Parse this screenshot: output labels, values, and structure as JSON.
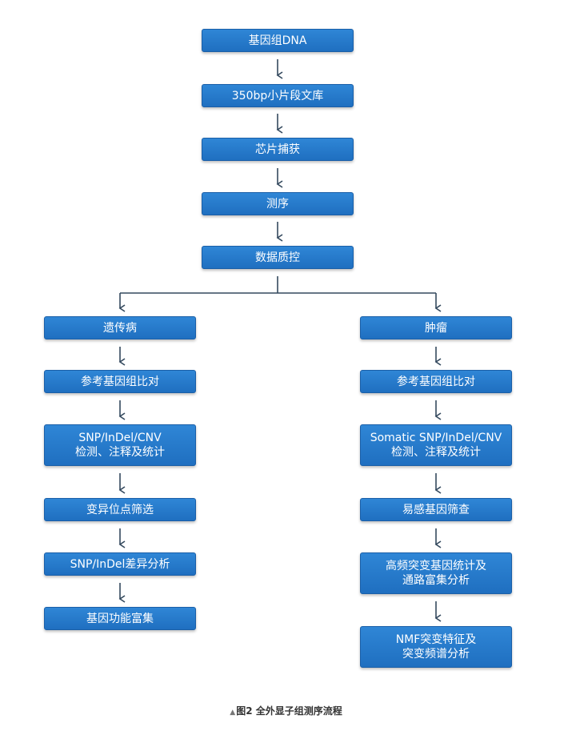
{
  "main_flow": [
    {
      "id": "n1",
      "label": "基因组DNA"
    },
    {
      "id": "n2",
      "label": "350bp小片段文库"
    },
    {
      "id": "n3",
      "label": "芯片捕获"
    },
    {
      "id": "n4",
      "label": "测序"
    },
    {
      "id": "n5",
      "label": "数据质控"
    }
  ],
  "left_branch": [
    {
      "id": "l1",
      "label": "遗传病"
    },
    {
      "id": "l2",
      "label": "参考基因组比对"
    },
    {
      "id": "l3",
      "label": "SNP/InDel/CNV\n检测、注释及统计"
    },
    {
      "id": "l4",
      "label": "变异位点筛选"
    },
    {
      "id": "l5",
      "label": "SNP/InDel差异分析"
    },
    {
      "id": "l6",
      "label": "基因功能富集"
    }
  ],
  "right_branch": [
    {
      "id": "r1",
      "label": "肿瘤"
    },
    {
      "id": "r2",
      "label": "参考基因组比对"
    },
    {
      "id": "r3",
      "label": "Somatic SNP/InDel/CNV\n检测、注释及统计"
    },
    {
      "id": "r4",
      "label": "易感基因筛查"
    },
    {
      "id": "r5",
      "label": "高频突变基因统计及\n通路富集分析"
    },
    {
      "id": "r6",
      "label": "NMF突变特征及\n突变频谱分析"
    }
  ],
  "caption": {
    "marker": "▲",
    "text": "图2 全外显子组测序流程"
  },
  "colors": {
    "node_fill": "#2476c8",
    "arrow": "#34495e",
    "text": "#ffffff"
  }
}
